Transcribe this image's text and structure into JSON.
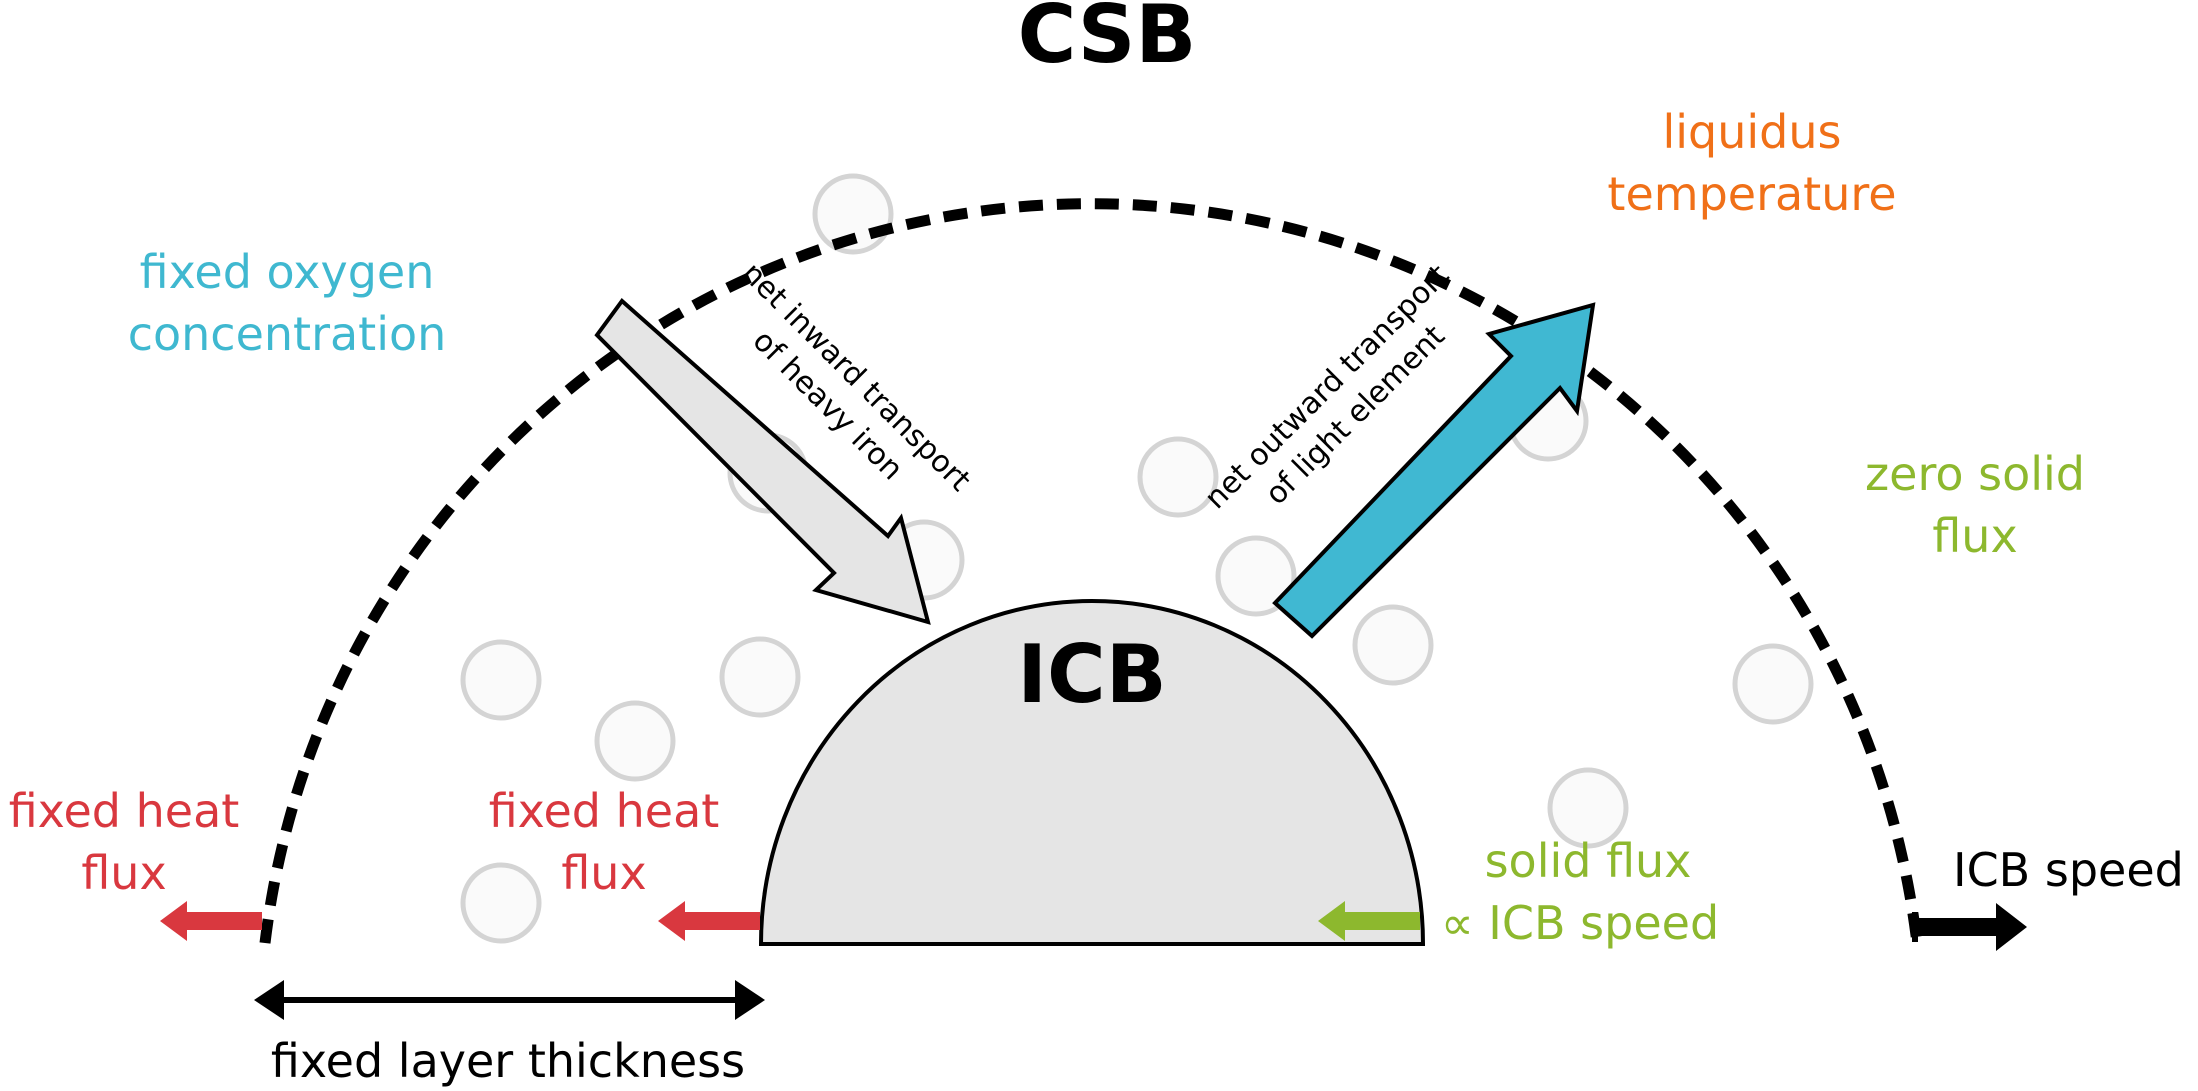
{
  "labels": {
    "csb": "CSB",
    "icb": "ICB",
    "oxygen_line1": "fixed oxygen",
    "oxygen_line2": "concentration",
    "liquidus_line1": "liquidus",
    "liquidus_line2": "temperature",
    "zero_solid_line1": "zero solid",
    "zero_solid_line2": "flux",
    "heat_outer_line1": "fixed heat",
    "heat_outer_line2": "flux",
    "heat_inner_line1": "fixed heat",
    "heat_inner_line2": "flux",
    "solid_flux_line1": "solid flux",
    "solid_flux_line2": "∝ ICB speed",
    "icb_speed": "ICB speed",
    "layer_thickness": "fixed layer thickness",
    "inward_line1": "net inward transport",
    "inward_line2": "of heavy iron",
    "outward_line1": "net outward transport",
    "outward_line2": "of light element"
  },
  "colors": {
    "oxygen": "#3fb8d0",
    "liquidus": "#f07018",
    "zero_solid": "#8db82e",
    "heat": "#d9383f",
    "solid_flux": "#8db82e",
    "outward_arrow": "#40b8d2",
    "inward_arrow": "#e5e5e5",
    "icb_fill": "#e5e5e5",
    "black": "#000000"
  }
}
